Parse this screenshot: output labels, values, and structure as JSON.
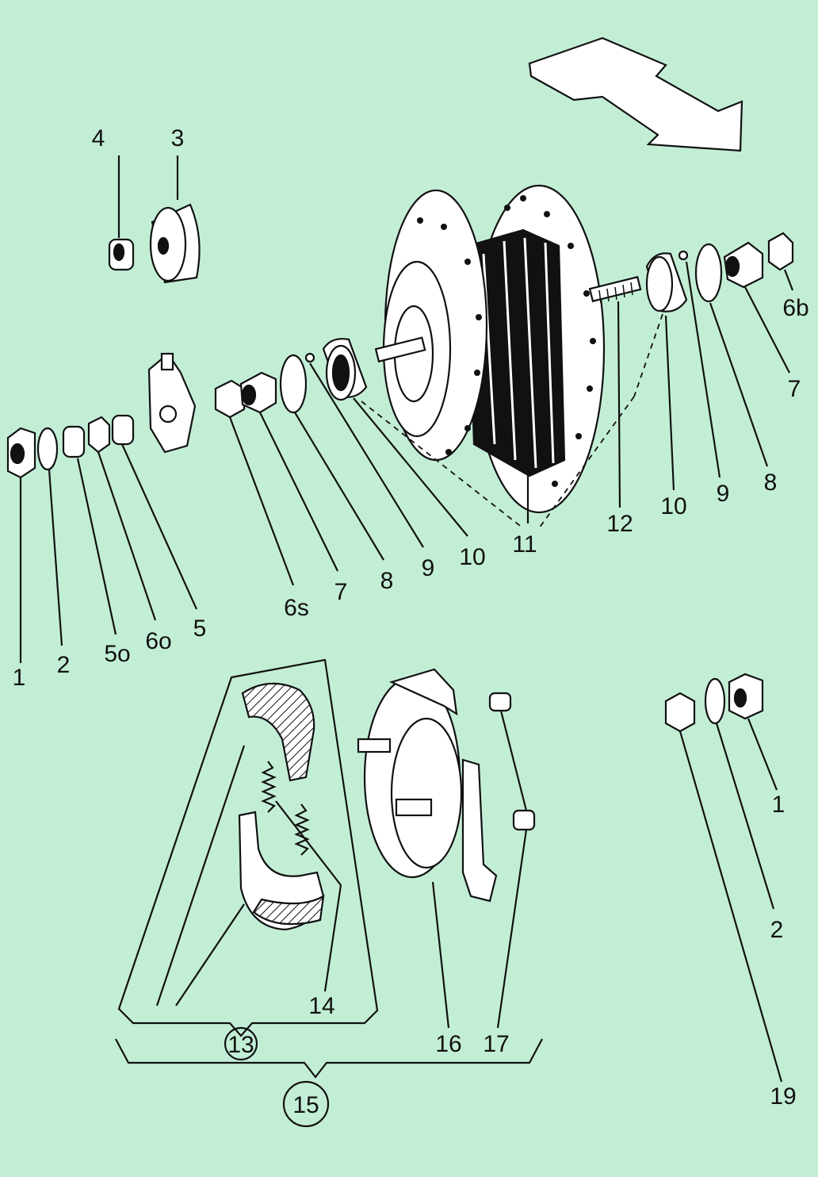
{
  "labels": {
    "l1": "1",
    "l2": "2",
    "l3": "3",
    "l4": "4",
    "l5": "5",
    "l5o": "5o",
    "l6o": "6o",
    "l6s": "6s",
    "l7": "7",
    "l8": "8",
    "l9": "9",
    "l10": "10",
    "l11": "11",
    "l12": "12",
    "l6b": "6b",
    "l7r": "7",
    "l8r": "8",
    "l9r": "9",
    "l10r": "10",
    "l13": "13",
    "l14": "14",
    "l15": "15",
    "l16": "16",
    "l17": "17",
    "l1r": "1",
    "l2r": "2",
    "l19": "19"
  },
  "colors": {
    "background": "#c3eed6",
    "ink": "#111111",
    "part_fill": "#ffffff"
  }
}
